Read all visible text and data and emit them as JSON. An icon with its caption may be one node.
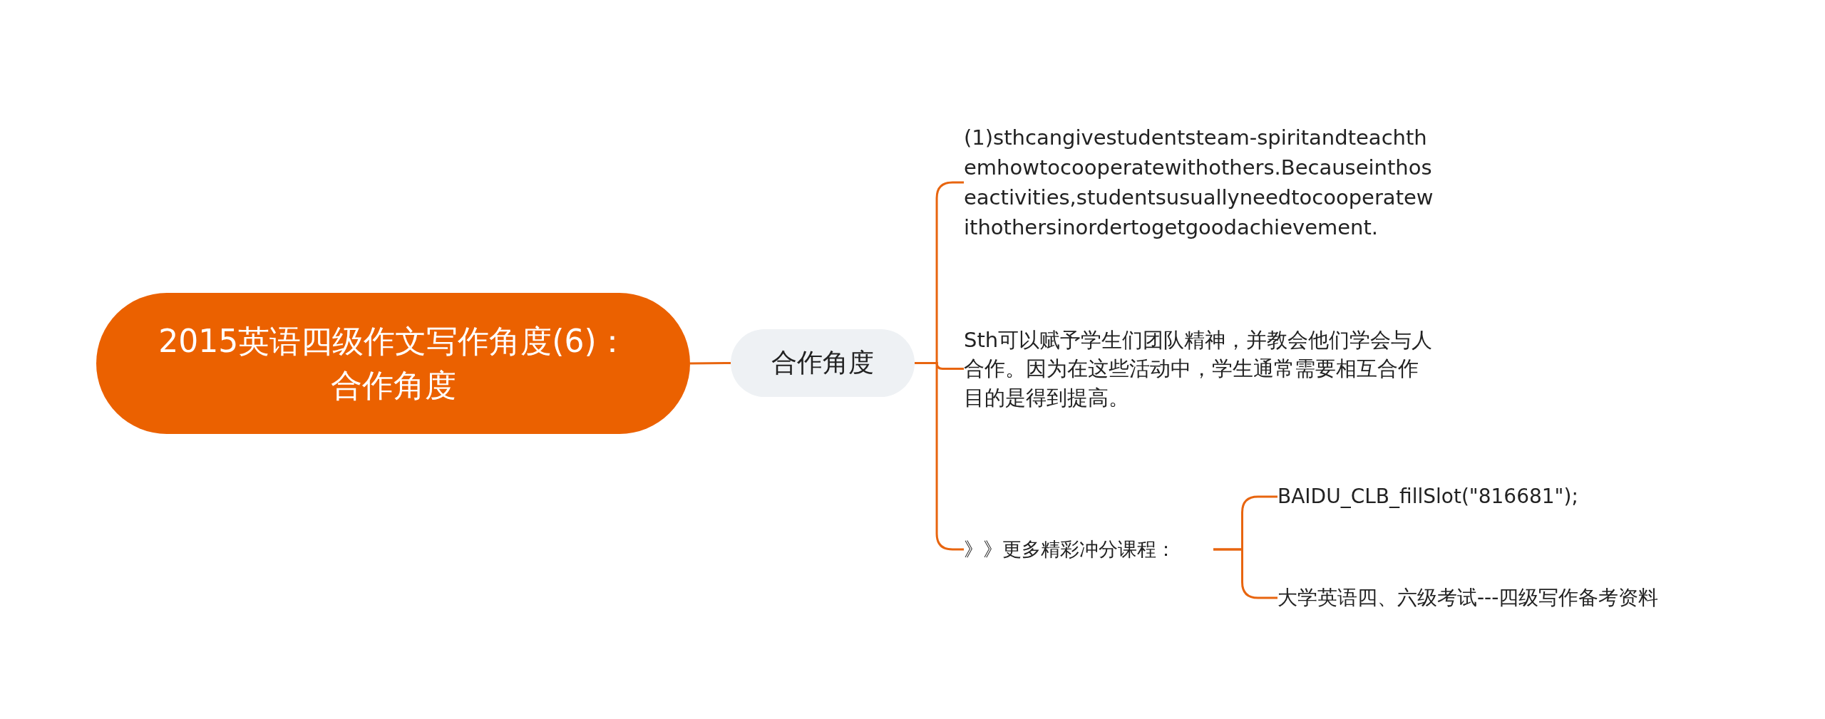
{
  "diagram": {
    "nodes": [
      {
        "text": [
          "2015英语四级作文写作角度(6)：合作角度"
        ]
      },
      {
        "text": [
          "合作角度"
        ]
      },
      {
        "text": [
          "(1)sthcangivestudentsteam-spiritandteachthemhowtocooperatewithothers.Becauseinthoseactivities,studentsusuallyneedtocooperatewithothersinordertogetgoodachievement."
        ]
      },
      {
        "text": [
          "Sth可以赋予学生们团队精神，并教会他们学会与人合作。因为在这些活动中，学生通常需要相互合作目的是得到提高。"
        ]
      },
      {
        "text": [
          "》》更多精彩冲分课程："
        ]
      },
      {
        "text": [
          "BAIDU_CLB_fillSlot(\"816681\");"
        ]
      },
      {
        "text": [
          "大学英语四、六级考试---四级写作备考资料"
        ]
      }
    ],
    "edges": [
      {
        "from": 0,
        "to": 1,
        "arrow": "none"
      },
      {
        "from": 1,
        "to": 2,
        "arrow": "none"
      },
      {
        "from": 1,
        "to": 3,
        "arrow": "none"
      },
      {
        "from": 1,
        "to": 4,
        "arrow": "none"
      },
      {
        "from": 4,
        "to": 5,
        "arrow": "none"
      },
      {
        "from": 4,
        "to": 6,
        "arrow": "none"
      }
    ]
  }
}
